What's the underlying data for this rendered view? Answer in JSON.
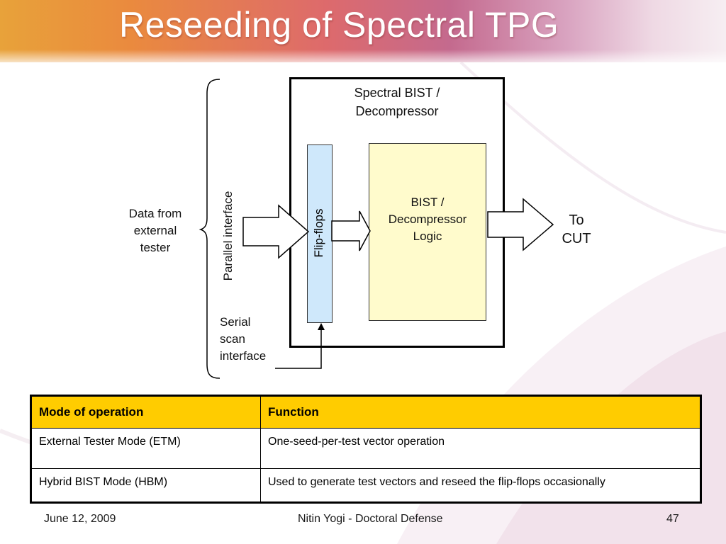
{
  "slide": {
    "title": "Reseeding of Spectral TPG",
    "footer_date": "June 12, 2009",
    "footer_center": "Nitin Yogi - Doctoral Defense",
    "page_number": "47"
  },
  "diagram": {
    "outer_box_label": "Spectral BIST  /\nDecompressor",
    "flipflops_label": "Flip-flops",
    "logic_label": "BIST /\nDecompressor\nLogic",
    "data_source_label": "Data from\nexternal\ntester",
    "parallel_interface_label": "Parallel interface",
    "serial_interface_label": "Serial\nscan\ninterface",
    "output_label": "To\nCUT"
  },
  "table": {
    "headers": [
      "Mode of operation",
      "Function"
    ],
    "rows": [
      [
        "External Tester Mode (ETM)",
        "One-seed-per-test vector operation"
      ],
      [
        "Hybrid BIST Mode (HBM)",
        "Used to generate test vectors and reseed the flip-flops occasionally"
      ]
    ]
  },
  "colors": {
    "table_header": "#ffcc00",
    "flipflops_fill": "#cfe8fb",
    "logic_fill": "#fffbcc"
  }
}
